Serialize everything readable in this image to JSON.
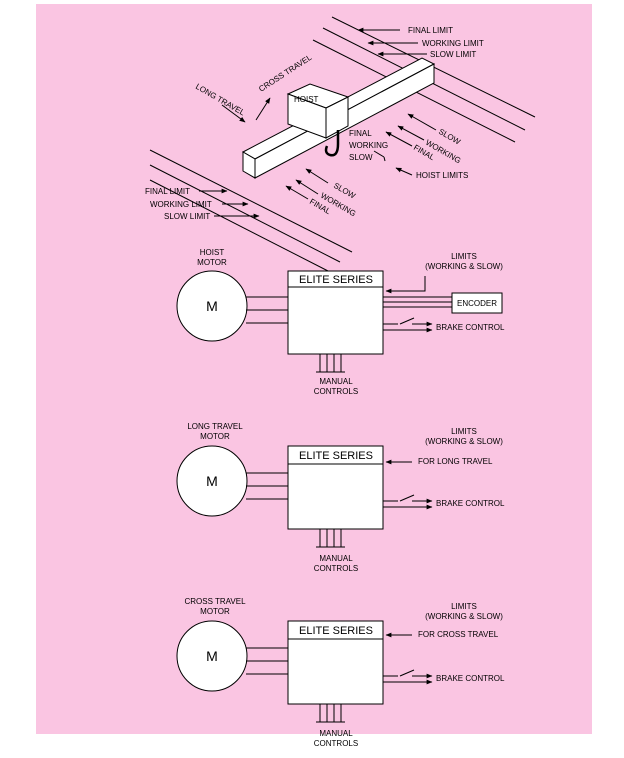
{
  "crane": {
    "final_limit_top": "FINAL LIMIT",
    "working_limit_top": "WORKING LIMIT",
    "slow_limit_top": "SLOW LIMIT",
    "cross_travel": "CROSS TRAVEL",
    "long_travel": "LONG TRAVEL",
    "hoist": "HOIST",
    "slow_right": "SLOW",
    "working_right": "WORKING",
    "final_right": "FINAL",
    "hook_final": "FINAL",
    "hook_working": "WORKING",
    "hook_slow": "SLOW",
    "hoist_limits": "HOIST LIMITS",
    "slow_bottom": "SLOW",
    "working_bottom": "WORKING",
    "final_bottom": "FINAL",
    "final_limit_left": "FINAL LIMIT",
    "working_limit_left": "WORKING LIMIT",
    "slow_limit_left": "SLOW LIMIT"
  },
  "hoist_block": {
    "motor_label_1": "HOIST",
    "motor_label_2": "MOTOR",
    "motor_symbol": "M",
    "controller": "ELITE SERIES",
    "limits_1": "LIMITS",
    "limits_2": "(WORKING & SLOW)",
    "encoder": "ENCODER",
    "brake": "BRAKE CONTROL",
    "manual_1": "MANUAL",
    "manual_2": "CONTROLS"
  },
  "long_block": {
    "motor_label_1": "LONG TRAVEL",
    "motor_label_2": "MOTOR",
    "motor_symbol": "M",
    "controller": "ELITE SERIES",
    "limits_1": "LIMITS",
    "limits_2": "(WORKING & SLOW)",
    "limits_3": "FOR LONG TRAVEL",
    "brake": "BRAKE CONTROL",
    "manual_1": "MANUAL",
    "manual_2": "CONTROLS"
  },
  "cross_block": {
    "motor_label_1": "CROSS TRAVEL",
    "motor_label_2": "MOTOR",
    "motor_symbol": "M",
    "controller": "ELITE SERIES",
    "limits_1": "LIMITS",
    "limits_2": "(WORKING & SLOW)",
    "limits_3": "FOR CROSS TRAVEL",
    "brake": "BRAKE CONTROL",
    "manual_1": "MANUAL",
    "manual_2": "CONTROLS"
  }
}
